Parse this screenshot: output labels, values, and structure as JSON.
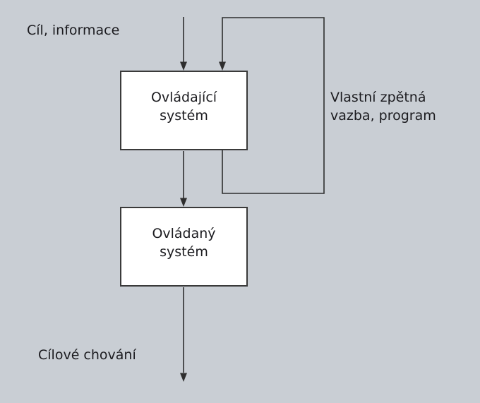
{
  "diagram": {
    "title_hint": "control-system-feedback-diagram",
    "colors": {
      "background": "#c9ced4",
      "line": "#2e2e2e",
      "box_border": "#3a3a3a",
      "box_fill": "#ffffff",
      "text": "#1b1b1f"
    },
    "labels": {
      "goal": "Cíl, informace",
      "feedback": "Vlastní zpětná\nvazba, program",
      "output": "Cílové chování"
    },
    "boxes": {
      "controlling": {
        "label": "Ovládající\nsystém"
      },
      "controlled": {
        "label": "Ovládaný\nsystém"
      }
    }
  }
}
